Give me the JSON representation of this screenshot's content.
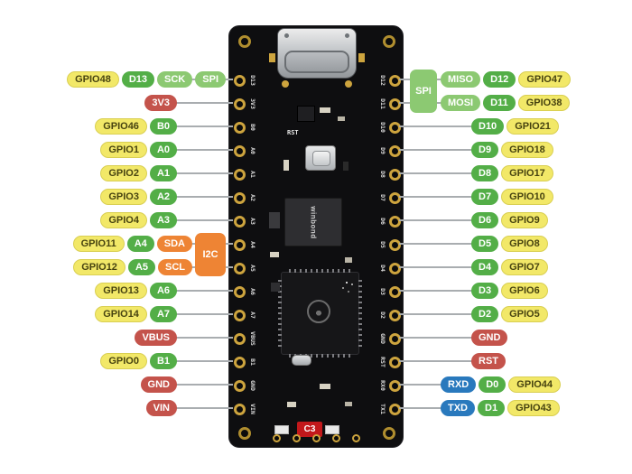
{
  "colors": {
    "gpio": "#f2e868",
    "gpio_text": "#474310",
    "digital": "#53ae47",
    "bus": "#8cc972",
    "power": "#c4534b",
    "i2c": "#ee8434",
    "uart": "#2979bd",
    "line": "#a9adb0",
    "gold": "#cda43e",
    "board": "#0e0e10",
    "led": "#c2181b"
  },
  "groups": {
    "i2c_label": "I2C",
    "spi_label": "SPI"
  },
  "left_rows": [
    {
      "pins": [
        {
          "label": "GPIO48",
          "type": "gpio"
        },
        {
          "label": "D13",
          "type": "digital"
        },
        {
          "label": "SCK",
          "type": "bus"
        },
        {
          "label": "SPI",
          "type": "bus"
        }
      ]
    },
    {
      "pins": [
        {
          "label": "3V3",
          "type": "power"
        }
      ]
    },
    {
      "pins": [
        {
          "label": "GPIO46",
          "type": "gpio"
        },
        {
          "label": "B0",
          "type": "digital"
        }
      ]
    },
    {
      "pins": [
        {
          "label": "GPIO1",
          "type": "gpio"
        },
        {
          "label": "A0",
          "type": "digital"
        }
      ]
    },
    {
      "pins": [
        {
          "label": "GPIO2",
          "type": "gpio"
        },
        {
          "label": "A1",
          "type": "digital"
        }
      ]
    },
    {
      "pins": [
        {
          "label": "GPIO3",
          "type": "gpio"
        },
        {
          "label": "A2",
          "type": "digital"
        }
      ]
    },
    {
      "pins": [
        {
          "label": "GPIO4",
          "type": "gpio"
        },
        {
          "label": "A3",
          "type": "digital"
        }
      ]
    },
    {
      "pins": [
        {
          "label": "GPIO11",
          "type": "gpio"
        },
        {
          "label": "A4",
          "type": "digital"
        },
        {
          "label": "SDA",
          "type": "i2c"
        }
      ]
    },
    {
      "pins": [
        {
          "label": "GPIO12",
          "type": "gpio"
        },
        {
          "label": "A5",
          "type": "digital"
        },
        {
          "label": "SCL",
          "type": "i2c"
        }
      ]
    },
    {
      "pins": [
        {
          "label": "GPIO13",
          "type": "gpio"
        },
        {
          "label": "A6",
          "type": "digital"
        }
      ]
    },
    {
      "pins": [
        {
          "label": "GPIO14",
          "type": "gpio"
        },
        {
          "label": "A7",
          "type": "digital"
        }
      ]
    },
    {
      "pins": [
        {
          "label": "VBUS",
          "type": "power"
        }
      ]
    },
    {
      "pins": [
        {
          "label": "GPIO0",
          "type": "gpio"
        },
        {
          "label": "B1",
          "type": "digital"
        }
      ]
    },
    {
      "pins": [
        {
          "label": "GND",
          "type": "power"
        }
      ]
    },
    {
      "pins": [
        {
          "label": "VIN",
          "type": "power"
        }
      ]
    }
  ],
  "right_rows": [
    {
      "pins": [
        {
          "label": "MISO",
          "type": "bus"
        },
        {
          "label": "D12",
          "type": "digital"
        },
        {
          "label": "GPIO47",
          "type": "gpio"
        }
      ]
    },
    {
      "pins": [
        {
          "label": "MOSI",
          "type": "bus"
        },
        {
          "label": "D11",
          "type": "digital"
        },
        {
          "label": "GPIO38",
          "type": "gpio"
        }
      ]
    },
    {
      "pins": [
        {
          "label": "D10",
          "type": "digital"
        },
        {
          "label": "GPIO21",
          "type": "gpio"
        }
      ]
    },
    {
      "pins": [
        {
          "label": "D9",
          "type": "digital"
        },
        {
          "label": "GPIO18",
          "type": "gpio"
        }
      ]
    },
    {
      "pins": [
        {
          "label": "D8",
          "type": "digital"
        },
        {
          "label": "GPIO17",
          "type": "gpio"
        }
      ]
    },
    {
      "pins": [
        {
          "label": "D7",
          "type": "digital"
        },
        {
          "label": "GPIO10",
          "type": "gpio"
        }
      ]
    },
    {
      "pins": [
        {
          "label": "D6",
          "type": "digital"
        },
        {
          "label": "GPIO9",
          "type": "gpio"
        }
      ]
    },
    {
      "pins": [
        {
          "label": "D5",
          "type": "digital"
        },
        {
          "label": "GPIO8",
          "type": "gpio"
        }
      ]
    },
    {
      "pins": [
        {
          "label": "D4",
          "type": "digital"
        },
        {
          "label": "GPIO7",
          "type": "gpio"
        }
      ]
    },
    {
      "pins": [
        {
          "label": "D3",
          "type": "digital"
        },
        {
          "label": "GPIO6",
          "type": "gpio"
        }
      ]
    },
    {
      "pins": [
        {
          "label": "D2",
          "type": "digital"
        },
        {
          "label": "GPIO5",
          "type": "gpio"
        }
      ]
    },
    {
      "pins": [
        {
          "label": "GND",
          "type": "power"
        }
      ]
    },
    {
      "pins": [
        {
          "label": "RST",
          "type": "power"
        }
      ]
    },
    {
      "pins": [
        {
          "label": "RXD",
          "type": "uart"
        },
        {
          "label": "D0",
          "type": "digital"
        },
        {
          "label": "GPIO44",
          "type": "gpio"
        }
      ]
    },
    {
      "pins": [
        {
          "label": "TXD",
          "type": "uart"
        },
        {
          "label": "D1",
          "type": "digital"
        },
        {
          "label": "GPIO43",
          "type": "gpio"
        }
      ]
    }
  ],
  "board": {
    "left_silkscreen": [
      "D13",
      "3V3",
      "B0",
      "A0",
      "A1",
      "A2",
      "A3",
      "A4",
      "A5",
      "A6",
      "A7",
      "VBUS",
      "B1",
      "GND",
      "VIN"
    ],
    "right_silkscreen": [
      "D12",
      "D11",
      "D10",
      "D9",
      "D8",
      "D7",
      "D6",
      "D5",
      "D4",
      "D3",
      "D2",
      "GND",
      "RST",
      "RX0",
      "TX1"
    ],
    "rst_label": "RST",
    "flash_label": "winbond",
    "bottom_label": "C3"
  }
}
